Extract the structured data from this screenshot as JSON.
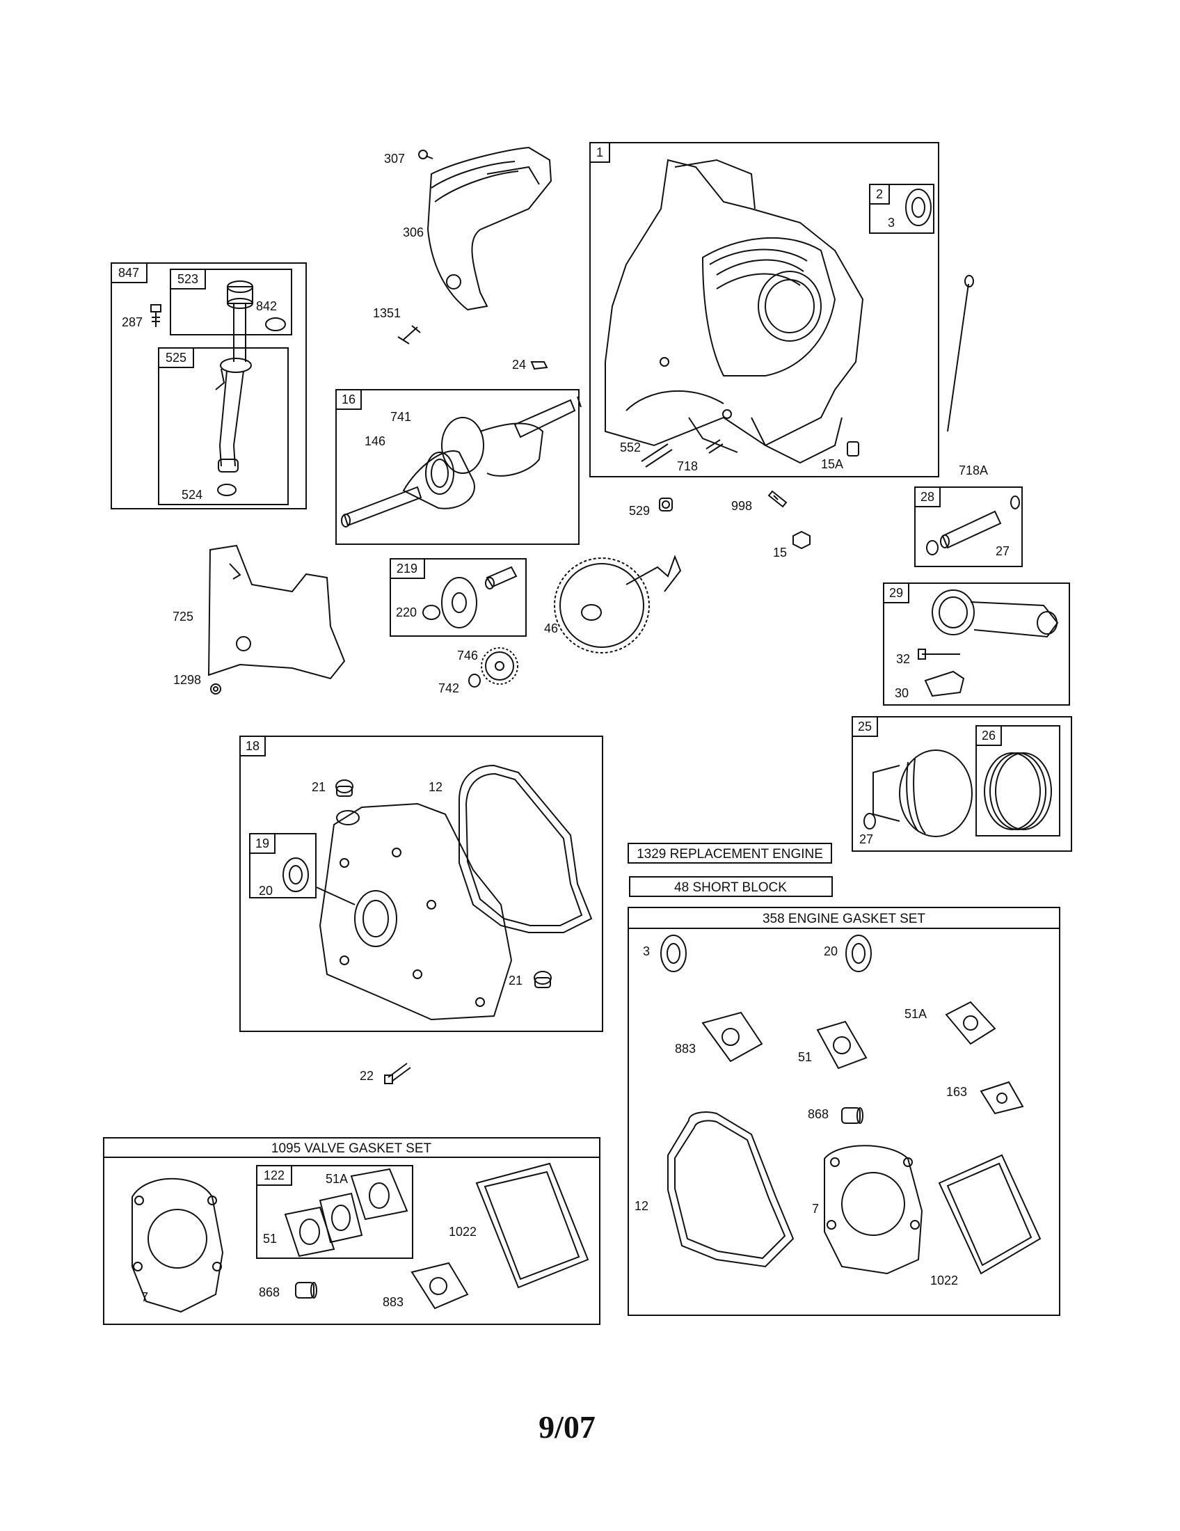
{
  "diagram": {
    "footer_date": "9/07",
    "boxes": {
      "b847": "847",
      "b523": "523",
      "b525": "525",
      "b16": "16",
      "b1": "1",
      "b2": "2",
      "b219": "219",
      "b28": "28",
      "b29": "29",
      "b25": "25",
      "b26": "26",
      "b18": "18",
      "b19": "19",
      "b122": "122"
    },
    "titles": {
      "replacement_engine": "1329 REPLACEMENT ENGINE",
      "short_block": "48 SHORT BLOCK",
      "engine_gasket_set": "358 ENGINE GASKET SET",
      "valve_gasket_set": "1095 VALVE GASKET SET"
    },
    "labels": {
      "l307": "307",
      "l306": "306",
      "l1351": "1351",
      "l24": "24",
      "l741": "741",
      "l146": "146",
      "l287": "287",
      "l842": "842",
      "l524": "524",
      "l3a": "3",
      "l552": "552",
      "l718": "718",
      "l15A": "15A",
      "l718A": "718A",
      "l529": "529",
      "l998": "998",
      "l15": "15",
      "l27a": "27",
      "l725": "725",
      "l220": "220",
      "l46": "46",
      "l746": "746",
      "l742": "742",
      "l1298": "1298",
      "l32": "32",
      "l30": "30",
      "l27b": "27",
      "l21a": "21",
      "l12a": "12",
      "l20a": "20",
      "l21b": "21",
      "l22": "22",
      "l3b": "3",
      "l20b": "20",
      "l51Aa": "51A",
      "l883a": "883",
      "l51a": "51",
      "l163": "163",
      "l868a": "868",
      "l12b": "12",
      "l7a": "7",
      "l1022a": "1022",
      "l51Ab": "51A",
      "l51b": "51",
      "l1022b": "1022",
      "l7b": "7",
      "l868b": "868",
      "l883b": "883"
    }
  }
}
